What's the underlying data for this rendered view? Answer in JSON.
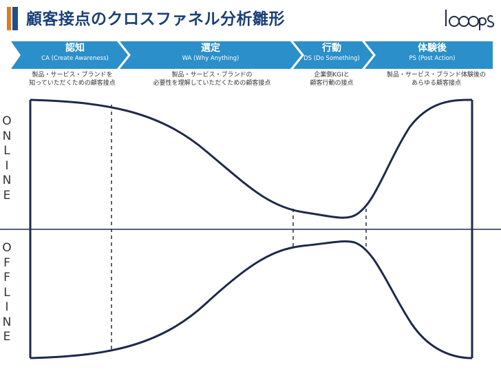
{
  "title": "顧客接点のクロスファネル分析雛形",
  "logo": {
    "text": "1000ps"
  },
  "stages": [
    {
      "name": "認知",
      "code": "CA (Create Awareness)",
      "description": "製品・サービス・ブランドを\n知っていただくための顧客接点"
    },
    {
      "name": "選定",
      "code": "WA (Why Anything)",
      "description": "製品・サービス・ブランドの\n必要性を理解していただくための顧客接点"
    },
    {
      "name": "行動",
      "code": "DS (Do Something)",
      "description": "企業側KGIと\n顧客行動の接点"
    },
    {
      "name": "体験後",
      "code": "PS (Post Action)",
      "description": "製品・サービス・ブランド体験後の\nあらゆる顧客接点"
    }
  ],
  "online_label": [
    "O",
    "N",
    "L",
    "I",
    "N",
    "E"
  ],
  "offline_label": [
    "O",
    "F",
    "F",
    "L",
    "I",
    "N",
    "E"
  ],
  "colors": {
    "title": "#1a3f78",
    "accent_orange": "#e07b1f",
    "accent_blue": "#1f4e8c",
    "stage_fill": "#2b8fc9",
    "line": "#1e2a4a"
  }
}
